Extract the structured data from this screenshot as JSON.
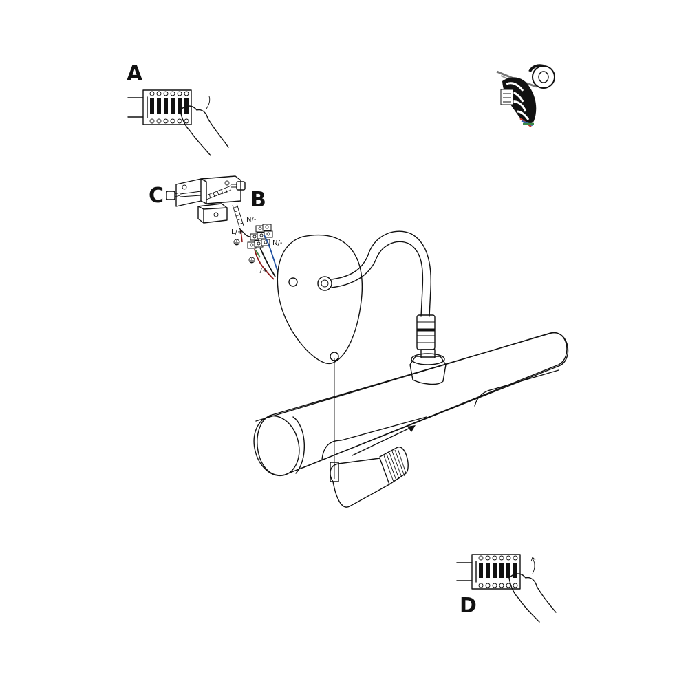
{
  "steps": {
    "a": "A",
    "b": "B",
    "c": "C",
    "d": "D"
  },
  "wire_labels": {
    "neutral_top": "N/-",
    "neutral_mid": "N/-",
    "live_top": "L/+",
    "live_bottom": "L/+"
  },
  "colors": {
    "line": "#111111",
    "live_wire": "#8b1a1a",
    "neutral_wire": "#1f4fa0",
    "earth_wire": "#3c8a4a",
    "fill": "#ffffff"
  },
  "icons": [
    "breaker-off-hand-icon",
    "insulation-sleeve-icon",
    "mounting-bracket-icon",
    "terminal-block-icon",
    "earth-symbol-icon",
    "breaker-on-hand-icon",
    "lamp-icon"
  ]
}
